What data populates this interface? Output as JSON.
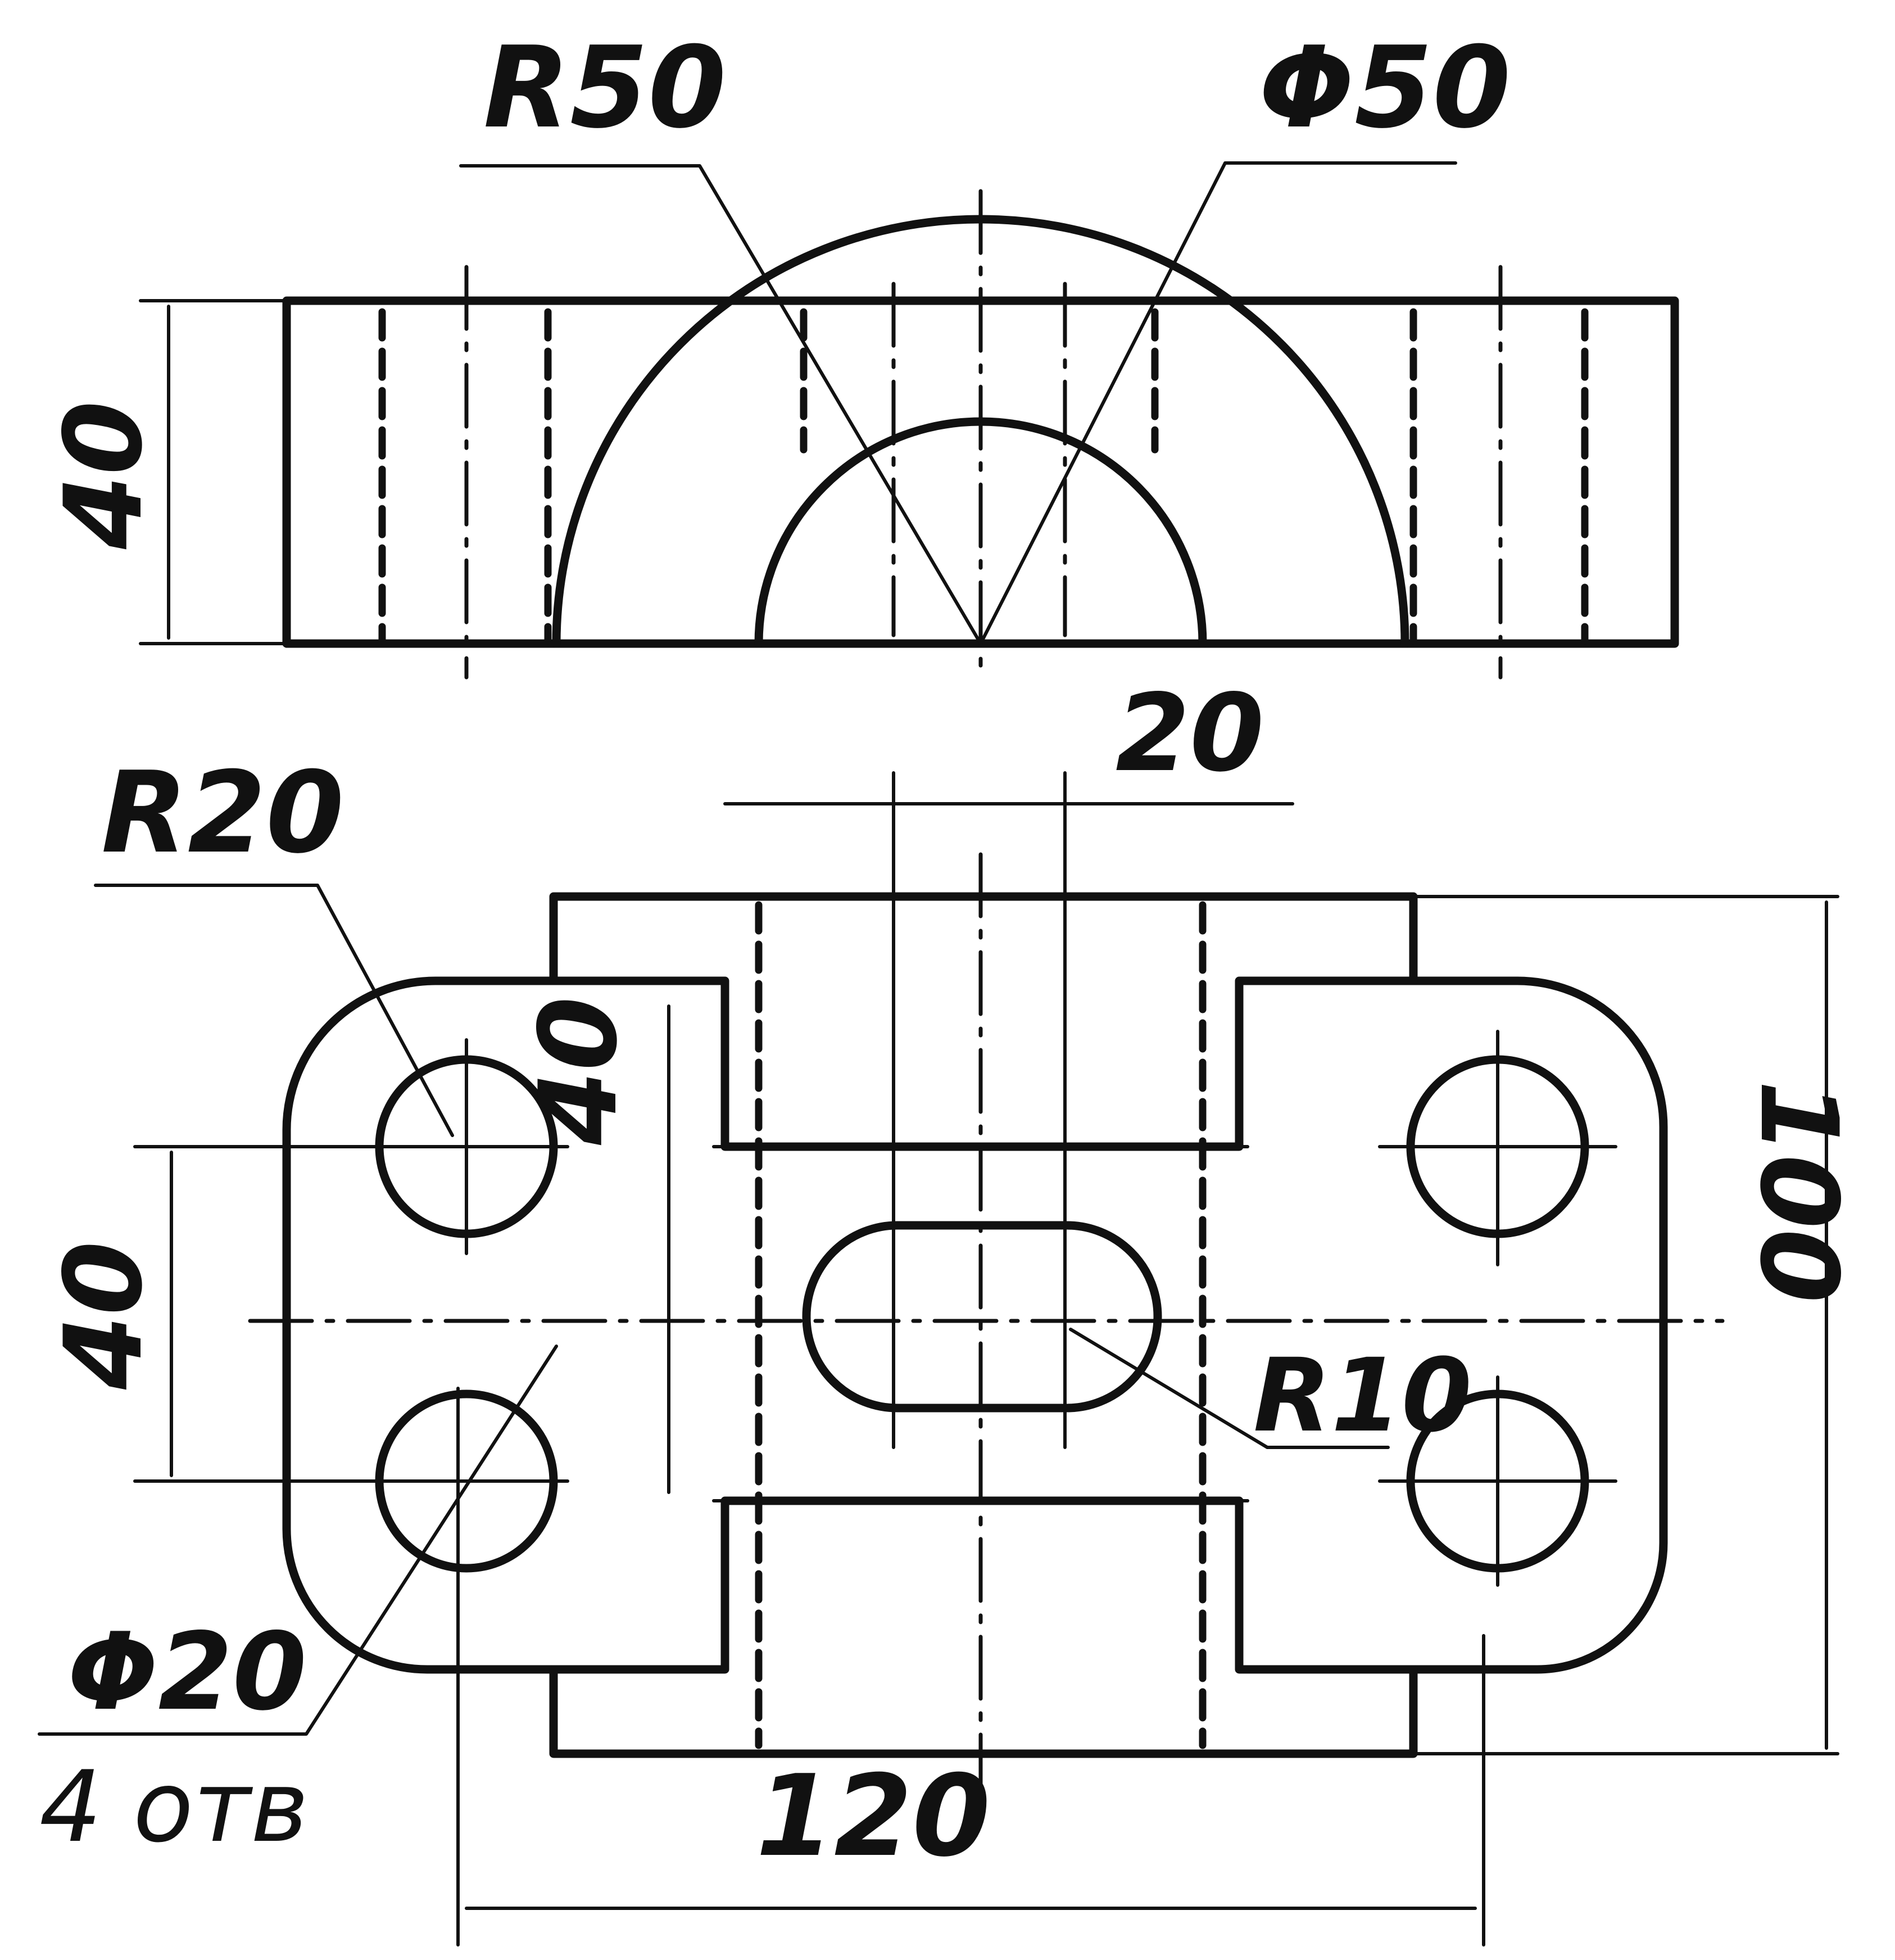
{
  "front_view": {
    "height": "40",
    "outer_radius": "R50",
    "inner_diameter": "Φ50"
  },
  "top_view": {
    "slot_width": "20",
    "corner_radius": "R20",
    "boss_width": "40",
    "hole_spacing": "40",
    "slot_radius": "R10",
    "hole_diameter": "Φ20",
    "hole_count": "4 отв",
    "overall_length": "120",
    "overall_width": "100"
  }
}
